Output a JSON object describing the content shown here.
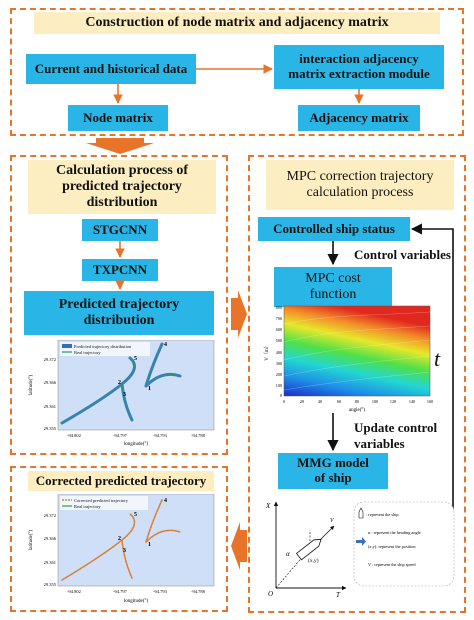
{
  "top": {
    "title": "Construction of node matrix and adjacency matrix",
    "current_historical": "Current and historical data",
    "interaction_module": "interaction adjacency matrix extraction module",
    "node_matrix": "Node matrix",
    "adjacency_matrix": "Adjacency matrix"
  },
  "left": {
    "title": "Calculation process of predicted trajectory distribution",
    "stgcnn": "STGCNN",
    "txpcnn": "TXPCNN",
    "predicted": "Predicted trajectory distribution"
  },
  "right": {
    "title": "MPC correction trajectory calculation process",
    "controlled": "Controlled ship status",
    "control_variables": "Control variables",
    "mpc_cost": "MPC cost function",
    "update": "Update control variables",
    "t_label": "t",
    "mmg": "MMG model of ship"
  },
  "corrected": {
    "title": "Corrected predicted trajectory"
  },
  "colors": {
    "cyan": "#29b6e6",
    "band": "#fdeec2",
    "orange": "#e8742a",
    "plot_bg": "#cfdff7",
    "track_green": "#2f9a52"
  },
  "plot1": {
    "legend": [
      "Predicted trajectory distribution",
      "Real trajectory"
    ],
    "xlabel": "longitude(°)",
    "ylabel": "latitude(°)",
    "xticks": [
      "-94.802",
      "-94.797",
      "-94.793",
      "-94.788"
    ],
    "yticks": [
      "29.372",
      "29.366",
      "29.361",
      "29.355"
    ],
    "markers": [
      "4",
      "5",
      "2",
      "3",
      "1"
    ]
  },
  "plot2": {
    "legend": [
      "Corrected predicted trajectory",
      "Real trajectory"
    ],
    "xlabel": "longitude(°)",
    "ylabel": "latitude(°)",
    "xticks": [
      "-94.802",
      "-94.797",
      "-94.793",
      "-94.788"
    ],
    "yticks": [
      "29.372",
      "29.366",
      "29.361",
      "29.355"
    ],
    "markers": [
      "4",
      "5",
      "2",
      "3",
      "1"
    ]
  },
  "heatmap": {
    "xlabel": "angle(°)",
    "ylabel": "V（m）",
    "xticks": [
      "0",
      "20",
      "40",
      "60",
      "80",
      "100",
      "120",
      "140",
      "160"
    ],
    "yticks": [
      "800",
      "700",
      "600",
      "500",
      "400",
      "300",
      "200",
      "100",
      "0"
    ]
  },
  "ship": {
    "axis_x": "X",
    "axis_y": "Y",
    "axis_t": "T",
    "origin": "O",
    "v": "V",
    "xy": "(x,y)",
    "alpha": "α",
    "legend": [
      ": represent the ship",
      "α : represent the heading angle",
      "(x,y): represent the position",
      "V : represent the ship speed"
    ]
  }
}
